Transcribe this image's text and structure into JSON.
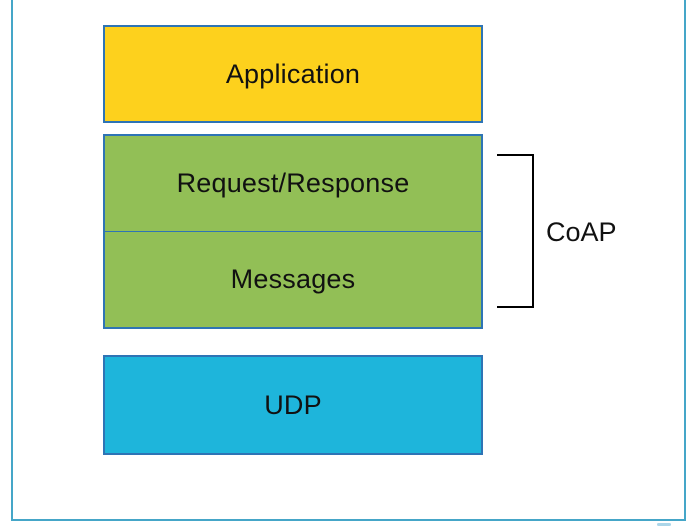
{
  "colors": {
    "application_fill": "#FDD11D",
    "coap_fill": "#92BF56",
    "udp_fill": "#1EB5DB",
    "box_border": "#2E74B5",
    "frame_border": "#45A6C8",
    "bracket_line": "#000000",
    "text": "#111111"
  },
  "stack": {
    "layers": [
      {
        "id": "application",
        "label": "Application"
      },
      {
        "id": "coap-group",
        "sublayers": [
          {
            "label": "Request/Response"
          },
          {
            "label": "Messages"
          }
        ]
      },
      {
        "id": "udp",
        "label": "UDP"
      }
    ],
    "bracket": {
      "label": "CoAP"
    }
  }
}
